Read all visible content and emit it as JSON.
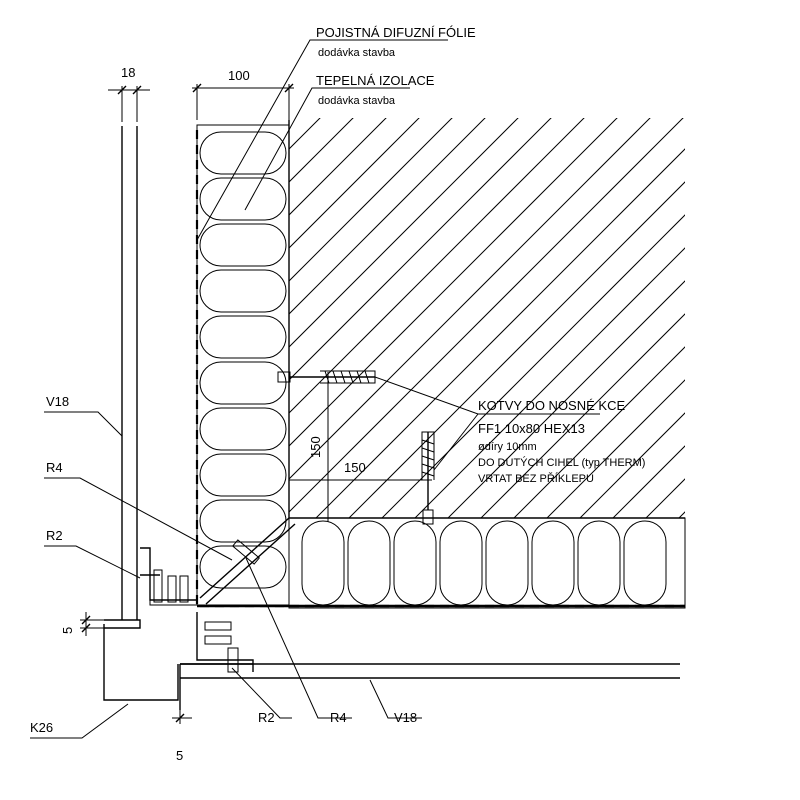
{
  "labels": {
    "foil": "POJISTNÁ DIFUZNÍ FÓLIE",
    "foil_supply": "dodávka stavba",
    "insulation": "TEPELNÁ IZOLACE",
    "insulation_supply": "dodávka stavba",
    "anchors_title": "KOTVY DO NOSNÉ KCE",
    "anchors_line1": "FF1 10x80 HEX13",
    "anchors_line2": "ødíry 10mm",
    "anchors_line3": "DO DUTÝCH CIHEL (typ THERM)",
    "anchors_line4": "VRTAT BEZ PŘÍKLEPU",
    "v18_left": "V18",
    "r4_left": "R4",
    "r2_left": "R2",
    "k26": "K26",
    "r2_bottom": "R2",
    "r4_bottom": "R4",
    "v18_bottom": "V18"
  },
  "dimensions": {
    "d18": "18",
    "d100": "100",
    "d150_v": "150",
    "d150_h": "150",
    "d5_left": "5",
    "d5_bottom": "5"
  }
}
